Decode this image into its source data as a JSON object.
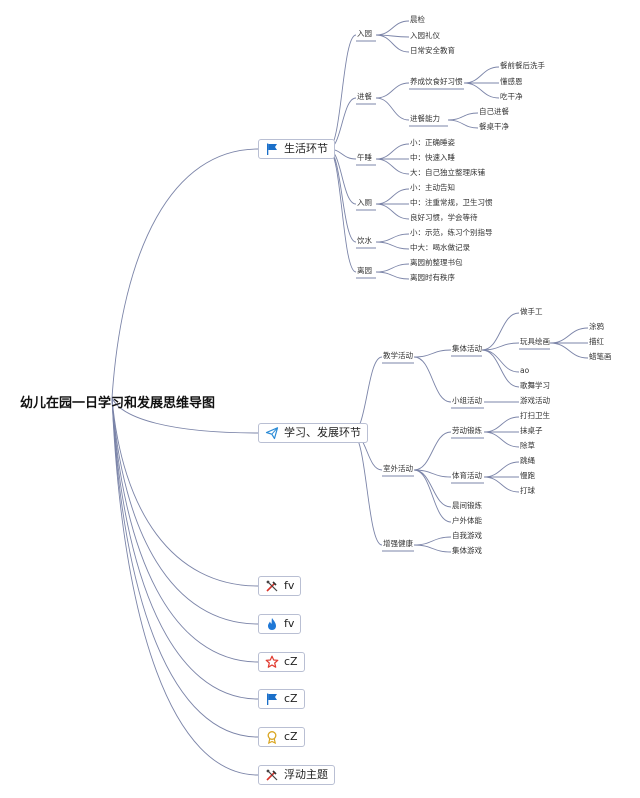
{
  "root": "幼儿在园一日学习和发展思维导图",
  "b1": {
    "title": "生活环节",
    "ruyuan": "入园",
    "ruyuan_1": "晨检",
    "ruyuan_2": "入园礼仪",
    "ruyuan_3": "日常安全教育",
    "jincan": "进餐",
    "hab": "养成饮食好习惯",
    "hab_1": "餐前餐后洗手",
    "hab_2": "懂感恩",
    "hab_3": "吃干净",
    "ability": "进餐能力",
    "ab_1": "自己进餐",
    "ab_2": "餐桌干净",
    "wushui": "午睡",
    "ws_1": "小：正确睡姿",
    "ws_2": "中：快速入睡",
    "ws_3": "大：自己独立整理床铺",
    "ruce": "入厕",
    "rc_1": "小：主动告知",
    "rc_2": "中：注重常规，卫生习惯",
    "rc_3": "良好习惯，学会等待",
    "yinshui": "饮水",
    "ys_1": "小：示范，练习个别指导",
    "ys_2": "中大：喝水做记录",
    "liyuan": "离园",
    "ly_1": "离园前整理书包",
    "ly_2": "离园时有秩序"
  },
  "b2": {
    "title": "学习、发展环节",
    "teach": "教学活动",
    "group": "集体活动",
    "g_1": "做手工",
    "g_2": "玩具绘画",
    "paint_1": "涂鸦",
    "paint_2": "描红",
    "paint_3": "蜡笔画",
    "g_3": "ao",
    "g_4": "歌舞学习",
    "small": "小组活动",
    "small_1": "游戏活动",
    "outdoor": "室外活动",
    "labor": "劳动锻炼",
    "lab_1": "打扫卫生",
    "lab_2": "抹桌子",
    "lab_3": "除草",
    "sport": "体育活动",
    "sp_1": "跳绳",
    "sp_2": "慢跑",
    "sp_3": "打球",
    "morning": "晨间锻炼",
    "outfit": "户外体能",
    "health": "增强健康",
    "h_1": "自我游戏",
    "h_2": "集体游戏"
  },
  "others": {
    "o1": "fv",
    "o2": "fv",
    "o3": "cZ",
    "o4": "cZ",
    "o5": "cZ",
    "o6": "浮动主题"
  },
  "icons": [
    "flag-icon",
    "paper-plane-icon",
    "tools-icon",
    "flame-icon",
    "star-icon",
    "flag-icon",
    "award-icon",
    "tools-icon"
  ],
  "colors": {
    "line": "#7b84a8",
    "flag": "#1a6fc9",
    "plane": "#2b8bd6",
    "flame": "#1f78d6",
    "star": "#e03a2f",
    "award": "#d9a520"
  }
}
